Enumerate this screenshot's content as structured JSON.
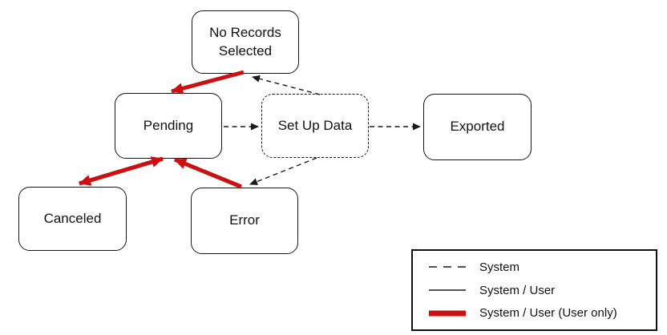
{
  "diagram": {
    "nodes": [
      {
        "id": "no-records-selected",
        "label": "No Records Selected",
        "border": "solid"
      },
      {
        "id": "pending",
        "label": "Pending",
        "border": "solid"
      },
      {
        "id": "set-up-data",
        "label": "Set Up Data",
        "border": "dashed"
      },
      {
        "id": "exported",
        "label": "Exported",
        "border": "solid"
      },
      {
        "id": "canceled",
        "label": "Canceled",
        "border": "solid"
      },
      {
        "id": "error",
        "label": "Error",
        "border": "solid"
      }
    ],
    "edges": [
      {
        "from": "no-records-selected",
        "to": "pending",
        "type": "system-user-useronly"
      },
      {
        "from": "pending",
        "to": "canceled",
        "type": "system-user-useronly",
        "bidirectional": true
      },
      {
        "from": "error",
        "to": "pending",
        "type": "system-user-useronly"
      },
      {
        "from": "pending",
        "to": "set-up-data",
        "type": "system"
      },
      {
        "from": "set-up-data",
        "to": "exported",
        "type": "system"
      },
      {
        "from": "set-up-data",
        "to": "no-records-selected",
        "type": "system"
      },
      {
        "from": "set-up-data",
        "to": "error",
        "type": "system"
      }
    ]
  },
  "legend": {
    "items": [
      {
        "label": "System",
        "line": "dashed-thin-black"
      },
      {
        "label": "System / User",
        "line": "solid-thin-black"
      },
      {
        "label": "System / User (User only)",
        "line": "thick-red"
      }
    ]
  },
  "colors": {
    "red": "#CA1010",
    "line_black": "#1a1a1a",
    "background": "#ffffff"
  }
}
